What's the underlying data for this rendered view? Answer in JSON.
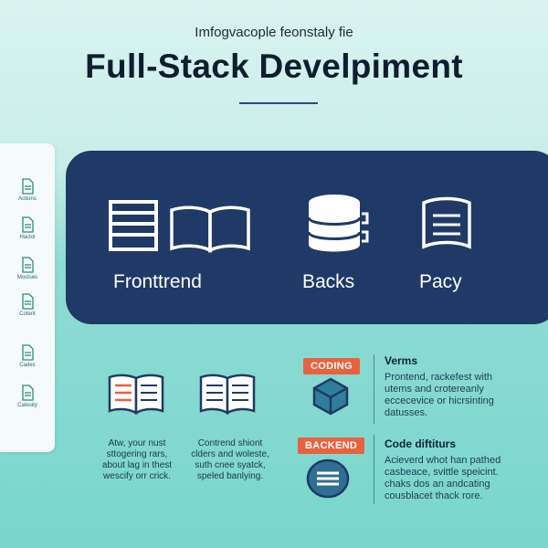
{
  "header": {
    "subtitle": "Imfogvacople feonstaly fie",
    "title": "Full-Stack Develpiment"
  },
  "sidebar": {
    "items": [
      {
        "label": "Actions",
        "icon": "document-icon"
      },
      {
        "label": "Hactol",
        "icon": "document-icon"
      },
      {
        "label": "Mostses",
        "icon": "document-icon"
      },
      {
        "label": "Cotent",
        "icon": "document-icon"
      },
      {
        "label": "Cades",
        "icon": "document-icon"
      },
      {
        "label": "Catesity",
        "icon": "document-icon"
      }
    ]
  },
  "banner": {
    "items": [
      {
        "label": "Fronttrend",
        "icon": "list-icon"
      },
      {
        "label": "Backs",
        "icon": "database-icon"
      },
      {
        "label": "Pacy",
        "icon": "file-icon"
      }
    ],
    "extra_icon": "open-book-icon"
  },
  "lower": {
    "captions": [
      "Atw, your nust\nsttogering rars,\nabout lag in thest\nwescify orr crick.",
      "Contrend shiont\nclders and woleste,\nsuth cnee syatck,\nspeled banlying."
    ],
    "badges": [
      "CODING",
      "BACKEND"
    ],
    "sections": [
      {
        "title": "Verms",
        "text": "Prontend, rackefest with\nutems and crotereanly\neccecevice or hicrsinting\ndatusses."
      },
      {
        "title": "Code diftiturs",
        "text": "Acieverd whot han pathed\ncasbeace, svittle speicint.\nchaks dos an andcating\ncousblacet thack rore."
      }
    ]
  },
  "colors": {
    "banner": "#1f3a66",
    "badge": "#e8623f",
    "title": "#0f1e2e"
  }
}
